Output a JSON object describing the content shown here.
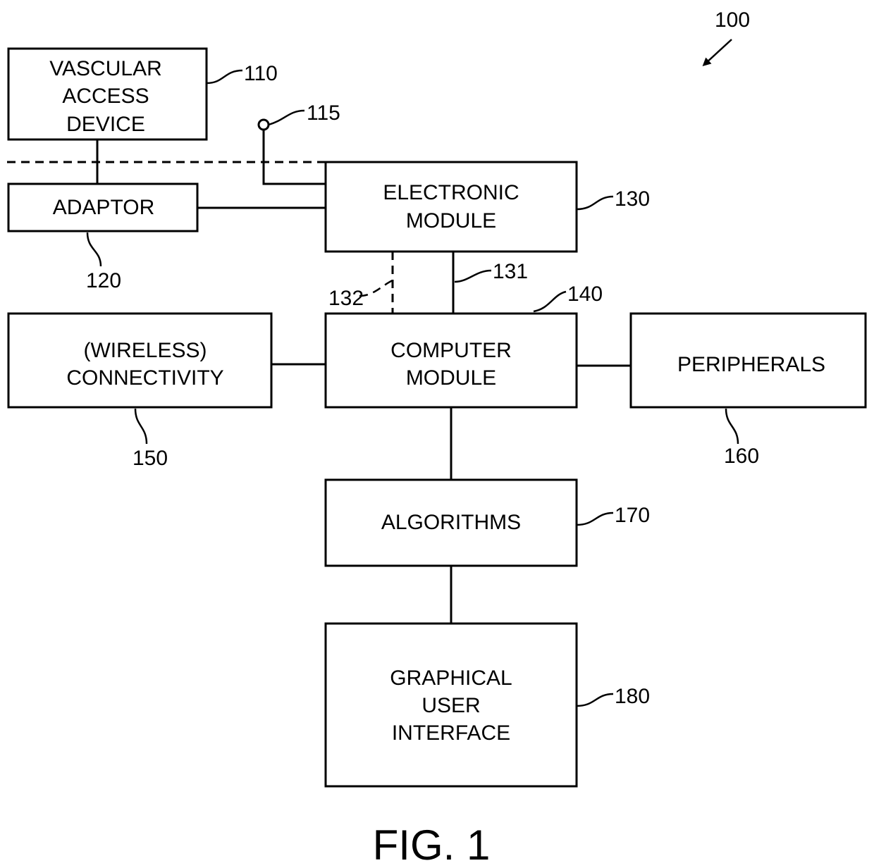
{
  "blocks": {
    "vascular": [
      "VASCULAR",
      "ACCESS",
      "DEVICE"
    ],
    "adaptor": [
      "ADAPTOR"
    ],
    "electronic": [
      "ELECTRONIC",
      "MODULE"
    ],
    "wireless": [
      "(WIRELESS)",
      "CONNECTIVITY"
    ],
    "computer": [
      "COMPUTER",
      "MODULE"
    ],
    "peripherals": [
      "PERIPHERALS"
    ],
    "algorithms": [
      "ALGORITHMS"
    ],
    "gui": [
      "GRAPHICAL",
      "USER",
      "INTERFACE"
    ]
  },
  "refs": {
    "r100": "100",
    "r110": "110",
    "r115": "115",
    "r120": "120",
    "r130": "130",
    "r131": "131",
    "r132": "132",
    "r140": "140",
    "r150": "150",
    "r160": "160",
    "r170": "170",
    "r180": "180"
  },
  "figure_label": "FIG. 1"
}
